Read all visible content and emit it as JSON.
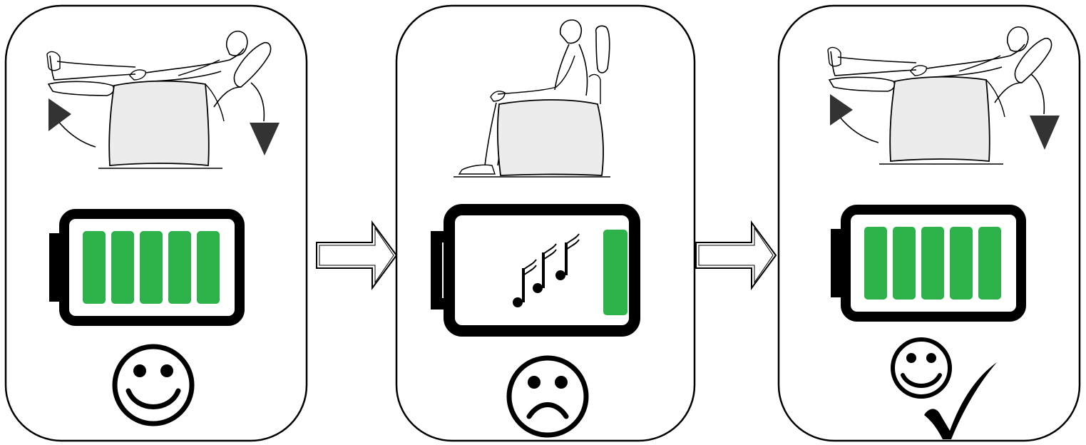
{
  "colors": {
    "battery_fill": "#2db34a",
    "seat_fill": "#ececec",
    "frame": "#000000",
    "arrow_mark": "#333333"
  },
  "panels": [
    {
      "state": "reclined",
      "battery_level": 1.0,
      "battery_bars": 5,
      "mood": "happy",
      "alert": "none",
      "confirm": false
    },
    {
      "state": "upright",
      "battery_level": 0.2,
      "battery_bars": 1,
      "mood": "sad",
      "alert": "music-notes",
      "confirm": false
    },
    {
      "state": "reclined",
      "battery_level": 1.0,
      "battery_bars": 5,
      "mood": "happy",
      "alert": "none",
      "confirm": true
    }
  ],
  "transitions": [
    "next-arrow",
    "next-arrow"
  ]
}
